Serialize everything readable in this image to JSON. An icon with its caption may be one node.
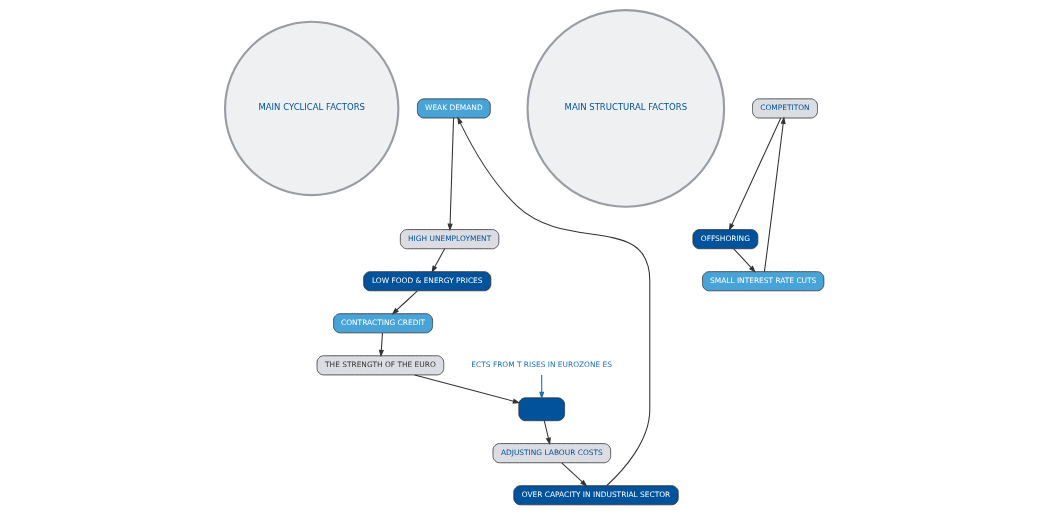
{
  "diagram": {
    "nodes": [
      {
        "text": [
          "MAIN CYCLICAL FACTORS"
        ]
      },
      {
        "text": [
          "WEAK DEMAND"
        ]
      },
      {
        "text": [
          "HIGH UNEMPLOYMENT"
        ]
      },
      {
        "text": [
          "LOW FOOD & ENERGY PRICES"
        ]
      },
      {
        "text": [
          "CONTRACTING CREDIT"
        ]
      },
      {
        "text": [
          "THE STRENGTH OF THE EURO"
        ]
      },
      {
        "text": [],
        "shape": "box"
      },
      {
        "text": [
          "ADJUSTING LABOUR COSTS"
        ]
      },
      {
        "text": [
          "OVER CAPACITY IN INDUSTRIAL SECTOR"
        ]
      },
      {
        "text": [
          "ECTS FROM T RISES IN EUROZONE ES"
        ]
      },
      {
        "text": [
          "MAIN STRUCTURAL FACTORS"
        ]
      },
      {
        "text": [
          "COMPETITON"
        ]
      },
      {
        "text": [
          "OFFSHORING"
        ]
      },
      {
        "text": [
          "SMALL INTEREST RATE CUTS"
        ]
      }
    ],
    "edges": [
      {
        "from": 1,
        "to": 2,
        "arrow": "to"
      },
      {
        "from": 2,
        "to": 3,
        "arrow": "to"
      },
      {
        "from": 3,
        "to": 4,
        "arrow": "to"
      },
      {
        "from": 4,
        "to": 5,
        "arrow": "to"
      },
      {
        "from": 5,
        "to": 6,
        "arrow": "to"
      },
      {
        "from": 6,
        "to": 7,
        "arrow": "to"
      },
      {
        "from": 7,
        "to": 8,
        "arrow": "to"
      },
      {
        "from": 8,
        "to": 1,
        "arrow": "to"
      },
      {
        "from": 9,
        "to": 6,
        "arrow": "to",
        "color": "#1a6fb5"
      },
      {
        "from": 11,
        "to": 12,
        "arrow": "to"
      },
      {
        "from": 12,
        "to": 13,
        "arrow": "to"
      },
      {
        "from": 13,
        "to": 11,
        "arrow": "to"
      }
    ]
  }
}
